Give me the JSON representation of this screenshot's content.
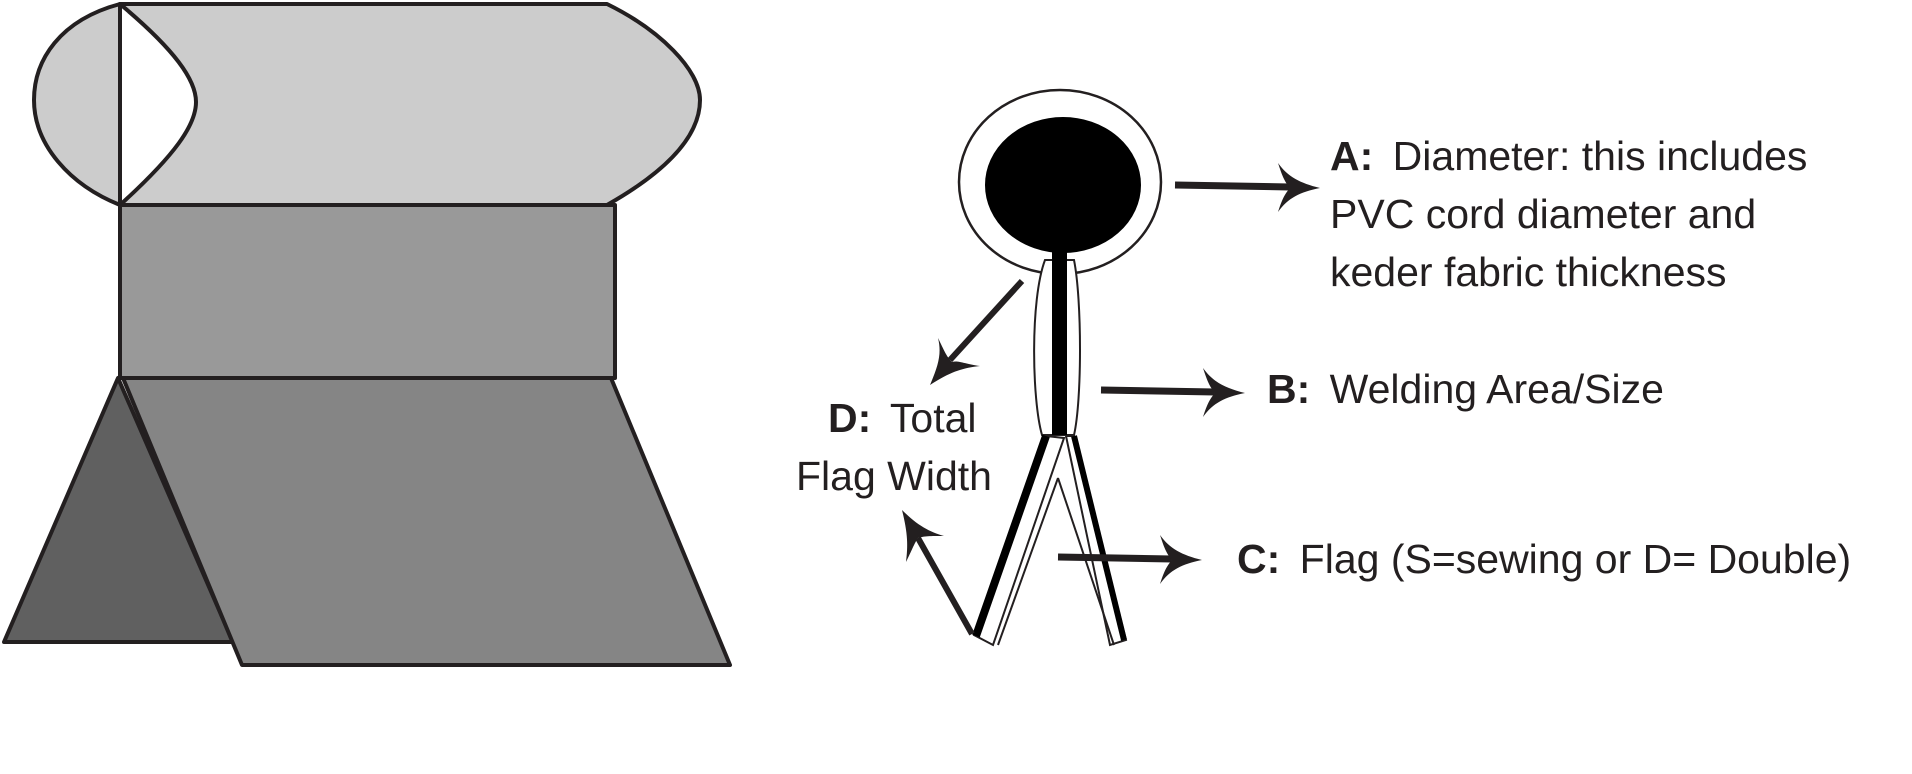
{
  "diagram": {
    "labels": {
      "a": {
        "key": "A:",
        "lines": [
          "Diameter: this includes",
          "PVC cord diameter and",
          "keder fabric thickness"
        ]
      },
      "b": {
        "key": "B:",
        "text": "Welding Area/Size"
      },
      "c": {
        "key": "C:",
        "text": "Flag (S=sewing or D= Double)"
      },
      "d": {
        "key": "D:",
        "line1": "Total",
        "line2": "Flag Width"
      }
    },
    "colors": {
      "stroke": "#231f20",
      "cylinder": "#cccccc",
      "band": "#999999",
      "flag_front": "#858585",
      "flag_back": "#606060",
      "cord": "#000000"
    }
  }
}
